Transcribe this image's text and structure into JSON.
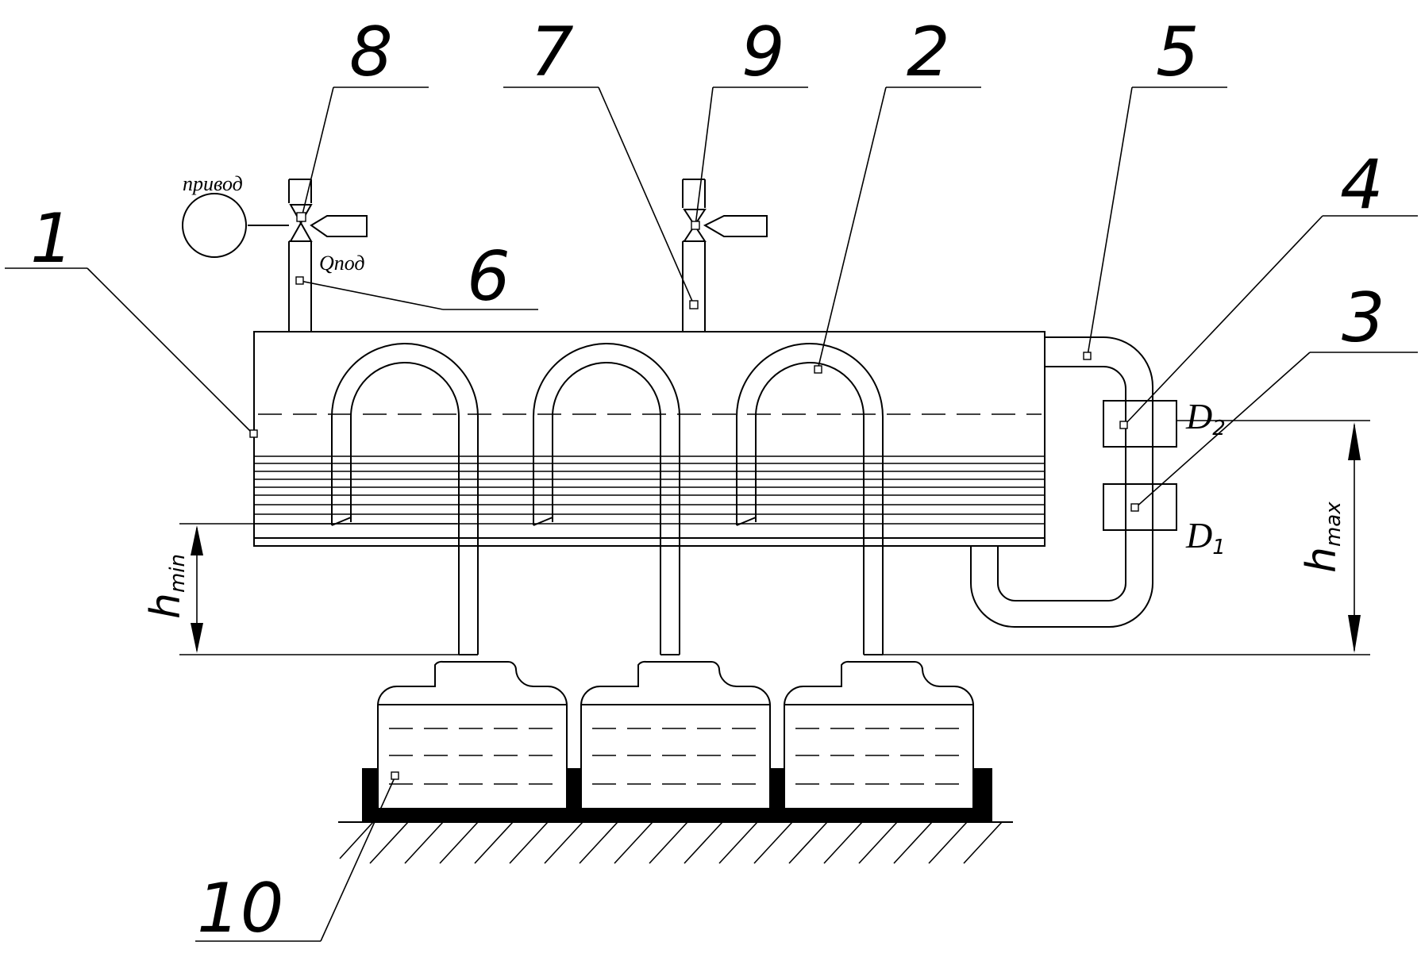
{
  "callouts": {
    "n1": "1",
    "n2": "2",
    "n3": "3",
    "n4": "4",
    "n5": "5",
    "n6": "6",
    "n7": "7",
    "n8": "8",
    "n9": "9",
    "n10": "10"
  },
  "labels": {
    "drive": "привод",
    "flow": "Qпод",
    "d1_main": "D",
    "d1_sub": "1",
    "d2_main": "D",
    "d2_sub": "2",
    "hmin_main": "h",
    "hmin_sub": "min",
    "hmax_main": "h",
    "hmax_sub": "max"
  },
  "colors": {
    "line": "#000000",
    "background": "#ffffff"
  }
}
